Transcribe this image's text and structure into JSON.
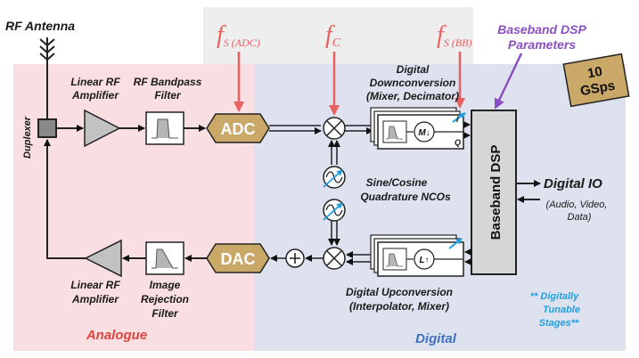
{
  "colors": {
    "analogue_bg": "#f9dfe2",
    "digital_bg": "#dde2ee",
    "param_bg": "#eeeeee",
    "converter_fill": "#c9a868",
    "block_fill": "#d6d6d6",
    "amp_fill": "#c2c2c2",
    "red_arrow": "#e8605f",
    "purple_arrow": "#8b4fc1",
    "accent_blue": "#1f9ee0",
    "region_label_red": "#e0443f",
    "region_label_blue": "#3f6fbf"
  },
  "labels": {
    "rf_antenna": "RF Antenna",
    "duplexer": "Duplexer",
    "lin_amp_rx_1": "Linear RF",
    "lin_amp_rx_2": "Amplifier",
    "bpf_1": "RF Bandpass",
    "bpf_2": "Filter",
    "adc": "ADC",
    "dac": "DAC",
    "lin_amp_tx_1": "Linear RF",
    "lin_amp_tx_2": "Amplifier",
    "img_1": "Image",
    "img_2": "Rejection",
    "img_3": "Filter",
    "analogue": "Analogue",
    "digital": "Digital",
    "ddc_1": "Digital",
    "ddc_2": "Downconversion",
    "ddc_3": "(Mixer, Decimator)",
    "nco_1": "Sine/Cosine",
    "nco_2": "Quadrature NCOs",
    "duc_1": "Digital Upconversion",
    "duc_2": "(Interpolator, Mixer)",
    "baseband_dsp": "Baseband DSP",
    "dsp_params_1": "Baseband DSP",
    "dsp_params_2": "Parameters",
    "digital_io": "Digital IO",
    "io_sub_1": "(Audio, Video,",
    "io_sub_2": "Data)",
    "gsps_1": "10",
    "gsps_2": "GSps",
    "tunable_1": "** Digitally",
    "tunable_2": "Tunable",
    "tunable_3": "Stages**",
    "decimator_symbol": "M↓",
    "interpolator_symbol": "L↑",
    "i_label": "I",
    "q_label": "Q",
    "f_letter": "f",
    "fs_adc_sub": "S (ADC)",
    "fc_sub": "C",
    "fs_bb_sub": "S (BB)"
  }
}
